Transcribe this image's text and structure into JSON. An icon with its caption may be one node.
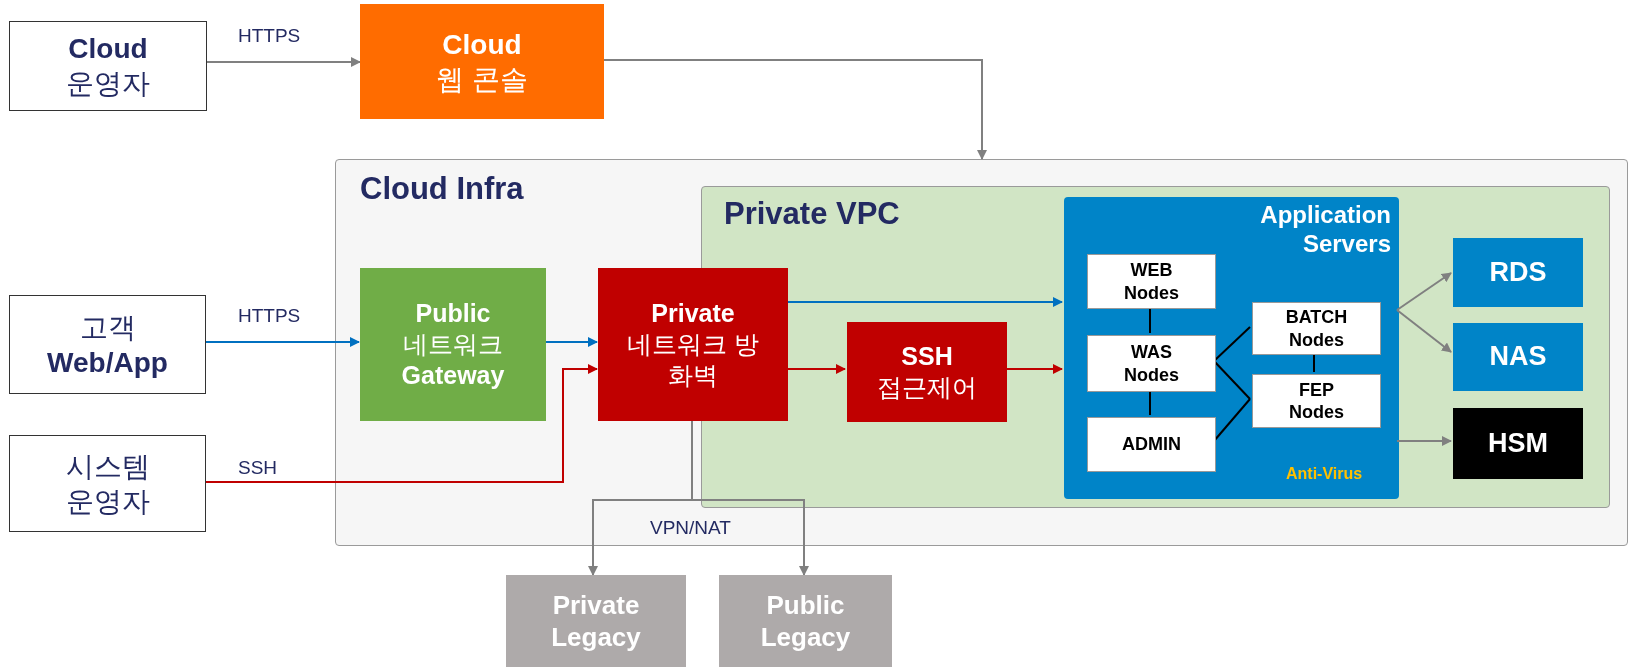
{
  "diagram": {
    "nodes": [
      {
        "text": [
          "Cloud",
          "운영자"
        ]
      },
      {
        "text": [
          "Cloud",
          "웹 콘솔"
        ]
      },
      {
        "text": [
          "Cloud Infra"
        ]
      },
      {
        "text": [
          "Private VPC"
        ],
        "in": 2
      },
      {
        "text": [
          "고객",
          "Web/App"
        ]
      },
      {
        "text": [
          "Public",
          "네트워크",
          "Gateway"
        ],
        "in": 2
      },
      {
        "text": [
          "Private",
          "네트워크 방화벽"
        ],
        "in": 2
      },
      {
        "text": [
          "SSH",
          "접근제어"
        ],
        "in": 3
      },
      {
        "text": [
          "Application Servers"
        ],
        "in": 3
      },
      {
        "text": [
          "WEB Nodes"
        ],
        "in": 8
      },
      {
        "text": [
          "WAS Nodes"
        ],
        "in": 8
      },
      {
        "text": [
          "ADMIN"
        ],
        "in": 8
      },
      {
        "text": [
          "BATCH Nodes"
        ],
        "in": 8
      },
      {
        "text": [
          "FEP Nodes"
        ],
        "in": 8
      },
      {
        "text": [
          "RDS"
        ],
        "in": 3
      },
      {
        "text": [
          "NAS"
        ],
        "in": 3
      },
      {
        "text": [
          "HSM"
        ],
        "in": 3
      },
      {
        "text": [
          "시스템 운영자"
        ]
      },
      {
        "text": [
          "Private Legacy"
        ]
      },
      {
        "text": [
          "Public Legacy"
        ]
      }
    ],
    "edges": [
      {
        "from": 0,
        "to": 1,
        "arrow": "to",
        "label": "HTTPS"
      },
      {
        "from": 1,
        "to": 2,
        "arrow": "to"
      },
      {
        "from": 4,
        "to": 5,
        "arrow": "to",
        "label": "HTTPS",
        "color": "#0070c0"
      },
      {
        "from": 5,
        "to": 6,
        "arrow": "to",
        "color": "#0070c0"
      },
      {
        "from": 17,
        "to": 6,
        "arrow": "to",
        "label": "SSH",
        "color": "#c00000"
      },
      {
        "from": 6,
        "to": 8,
        "arrow": "to",
        "color": "#0070c0"
      },
      {
        "from": 6,
        "to": 7,
        "arrow": "to",
        "color": "#c00000"
      },
      {
        "from": 7,
        "to": 8,
        "arrow": "to",
        "color": "#c00000"
      },
      {
        "from": 9,
        "to": 10,
        "arrow": "none",
        "color": "#000000"
      },
      {
        "from": 10,
        "to": 11,
        "arrow": "none",
        "color": "#000000"
      },
      {
        "from": 10,
        "to": 12,
        "arrow": "none",
        "color": "#000000"
      },
      {
        "from": 10,
        "to": 13,
        "arrow": "none",
        "color": "#000000"
      },
      {
        "from": 11,
        "to": 13,
        "arrow": "none",
        "color": "#000000"
      },
      {
        "from": 12,
        "to": 13,
        "arrow": "none",
        "color": "#000000"
      },
      {
        "from": 8,
        "to": 14,
        "arrow": "to"
      },
      {
        "from": 8,
        "to": 15,
        "arrow": "to"
      },
      {
        "from": 8,
        "to": 16,
        "arrow": "to"
      },
      {
        "from": 6,
        "to": 18,
        "arrow": "to"
      },
      {
        "from": 6,
        "to": 19,
        "arrow": "to"
      }
    ],
    "labels": [
      "Anti-Virus",
      "VPN/NAT"
    ]
  }
}
